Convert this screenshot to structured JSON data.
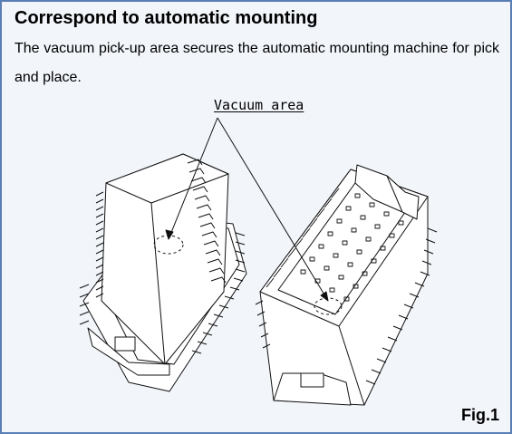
{
  "section": {
    "title": "Correspond to automatic mounting",
    "description": "The vacuum pick-up area secures the automatic mounting machine for pick and place."
  },
  "figure": {
    "callout_label": "Vacuum area",
    "caption": "Fig.1"
  },
  "colors": {
    "panel_border": "#5a7fb5",
    "panel_background": "#f2f5fa",
    "drawing_line": "#111111"
  }
}
